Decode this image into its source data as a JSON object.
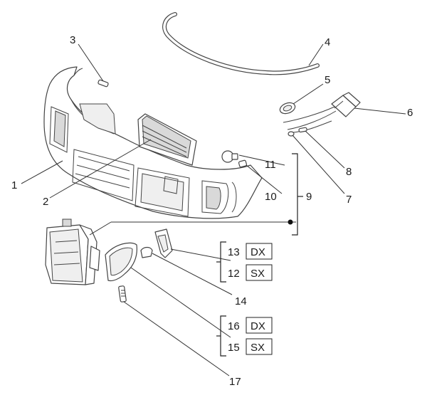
{
  "callouts": {
    "c1": "1",
    "c2": "2",
    "c3": "3",
    "c4": "4",
    "c5": "5",
    "c6": "6",
    "c7": "7",
    "c8": "8",
    "c9": "9",
    "c10": "10",
    "c11": "11",
    "c12": "12",
    "c13": "13",
    "c14": "14",
    "c15": "15",
    "c16": "16",
    "c17": "17"
  },
  "side_labels": {
    "dx_13": "DX",
    "sx_12": "SX",
    "dx_16": "DX",
    "sx_15": "SX"
  }
}
